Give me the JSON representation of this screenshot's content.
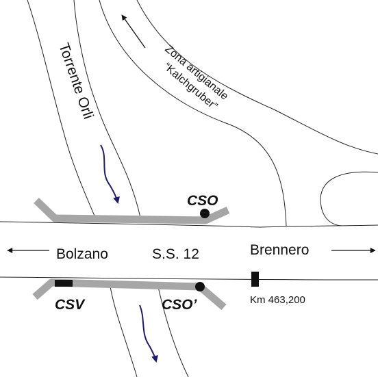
{
  "map": {
    "road": {
      "name": "S.S. 12",
      "left_destination": "Bolzano",
      "right_destination": "Brennero",
      "km_marker": "Km 463,200"
    },
    "stream": {
      "name": "Torrente Orli"
    },
    "zone": {
      "line1": "Zona artigianale",
      "line2": "“Kalchgruber”"
    },
    "points": {
      "cso": "CSO",
      "cso_prime": "CSO’",
      "csv": "CSV"
    },
    "colors": {
      "pipe": "#a6a6a6",
      "flow_arrow": "#1f1a6e",
      "lines": "#222222"
    }
  }
}
